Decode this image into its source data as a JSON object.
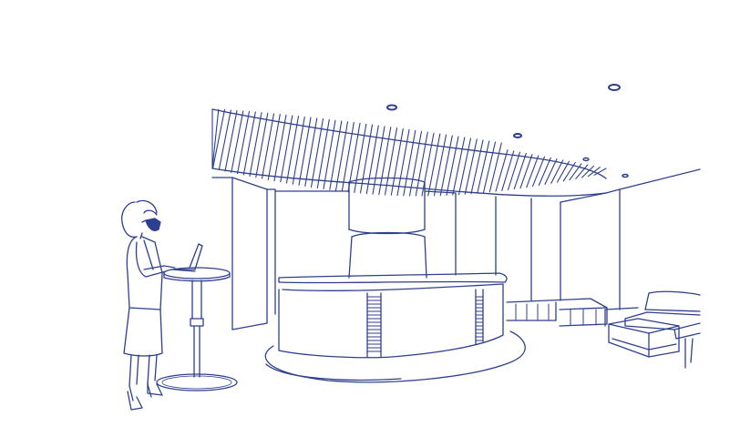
{
  "scene": {
    "subject": "line-illustration-office-lobby",
    "ink_color": "#2e3f8f",
    "background_color": "#ffffff",
    "elements": [
      "woman-with-mask",
      "standing-laptop-table",
      "curved-reception-desk",
      "slatted-ceiling",
      "recessed-ceiling-lights",
      "bench",
      "armchair",
      "coffee-table"
    ]
  }
}
